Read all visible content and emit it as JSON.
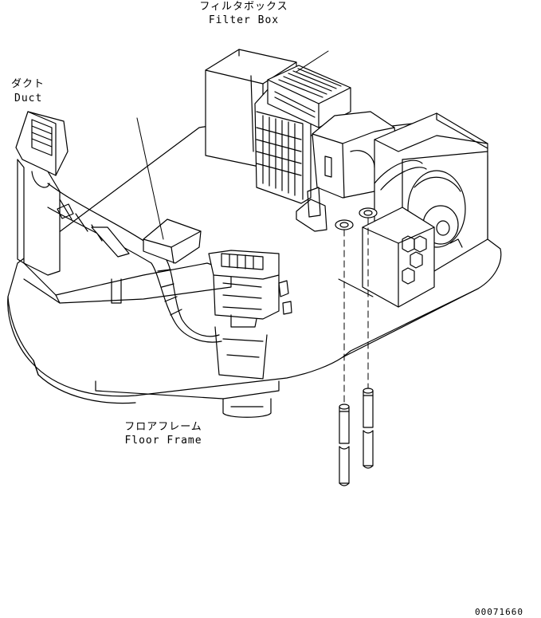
{
  "labels": {
    "filter_box_jp": "フィルタボックス",
    "filter_box_en": "Filter Box",
    "duct_jp": "ダクト",
    "duct_en": "Duct",
    "floor_frame_jp": "フロアフレーム",
    "floor_frame_en": "Floor Frame"
  },
  "drawing_number": "00071660"
}
